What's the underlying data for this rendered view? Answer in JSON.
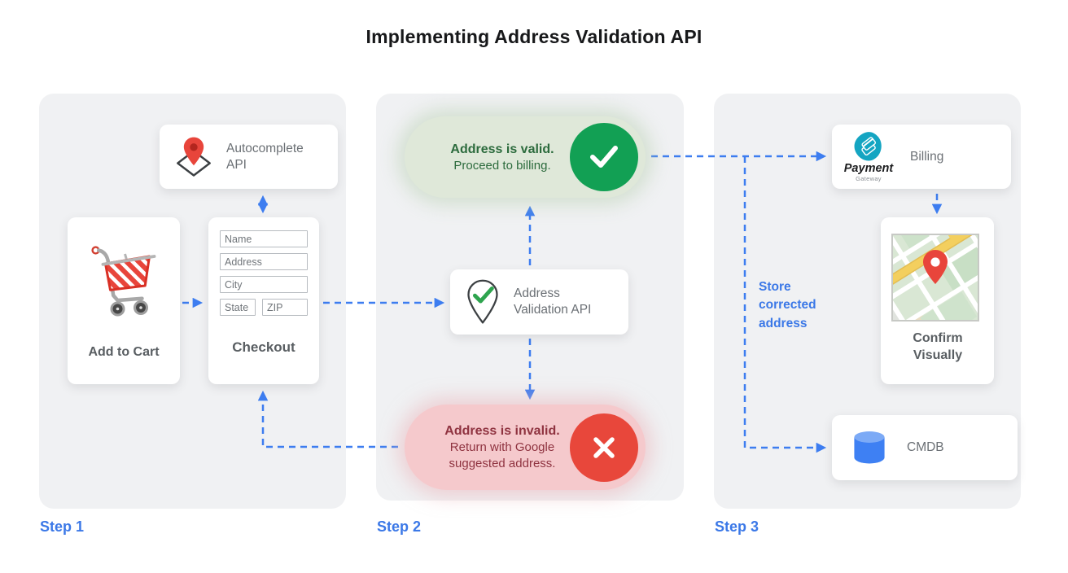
{
  "title": "Implementing Address Validation API",
  "colors": {
    "accent_blue": "#3b78e7",
    "arrow_blue": "#3d7df0",
    "valid_green_circle": "#12a054",
    "valid_pill_bg": "#dfe8d9",
    "valid_text": "#2c6b3d",
    "invalid_red_circle": "#e8473b",
    "invalid_pill_bg": "#f5c9cc",
    "invalid_text": "#8f3340",
    "panel_bg": "#f0f1f3",
    "card_text_gray": "#6b7075"
  },
  "steps": {
    "step1_label": "Step 1",
    "step2_label": "Step 2",
    "step3_label": "Step 3"
  },
  "step1": {
    "autocomplete_card": {
      "label": "Autocomplete API",
      "icon": "map-pin-diamond-icon"
    },
    "add_to_cart_card": {
      "label": "Add to Cart",
      "icon": "shopping-cart-icon"
    },
    "checkout_card": {
      "label": "Checkout",
      "fields": {
        "name": "Name",
        "address": "Address",
        "city": "City",
        "state": "State",
        "zip": "ZIP"
      }
    }
  },
  "step2": {
    "valid_pill": {
      "title": "Address is valid.",
      "subtitle": "Proceed to billing.",
      "icon": "checkmark-circle-icon"
    },
    "validation_card": {
      "label": "Address Validation API",
      "icon": "map-pin-check-icon"
    },
    "invalid_pill": {
      "title": "Address is invalid.",
      "subtitle": "Return with Google suggested address.",
      "icon": "x-circle-icon"
    }
  },
  "step3": {
    "billing_card": {
      "label": "Billing",
      "icon": "payment-gateway-logo",
      "logo_title": "Payment",
      "logo_subtitle": "Gateway"
    },
    "store_note": "Store corrected address",
    "confirm_card": {
      "label": "Confirm Visually",
      "icon": "map-thumbnail"
    },
    "cmdb_card": {
      "label": "CMDB",
      "icon": "database-cylinder-icon"
    }
  },
  "connections": [
    {
      "from": "add-to-cart",
      "to": "checkout",
      "style": "dashed-arrow"
    },
    {
      "from": "checkout",
      "to": "autocomplete-api",
      "style": "dashed-double-arrow"
    },
    {
      "from": "checkout",
      "to": "address-validation-api",
      "style": "dashed-arrow"
    },
    {
      "from": "address-validation-api",
      "to": "valid-pill",
      "style": "dashed-arrow"
    },
    {
      "from": "address-validation-api",
      "to": "invalid-pill",
      "style": "dashed-arrow"
    },
    {
      "from": "invalid-pill",
      "to": "checkout",
      "style": "dashed-arrow"
    },
    {
      "from": "valid-pill",
      "to": "billing",
      "style": "dashed-arrow"
    },
    {
      "from": "valid-pill",
      "to": "cmdb",
      "style": "dashed-arrow",
      "note": "Store corrected address"
    },
    {
      "from": "billing",
      "to": "confirm-visually",
      "style": "dashed-arrow"
    }
  ]
}
